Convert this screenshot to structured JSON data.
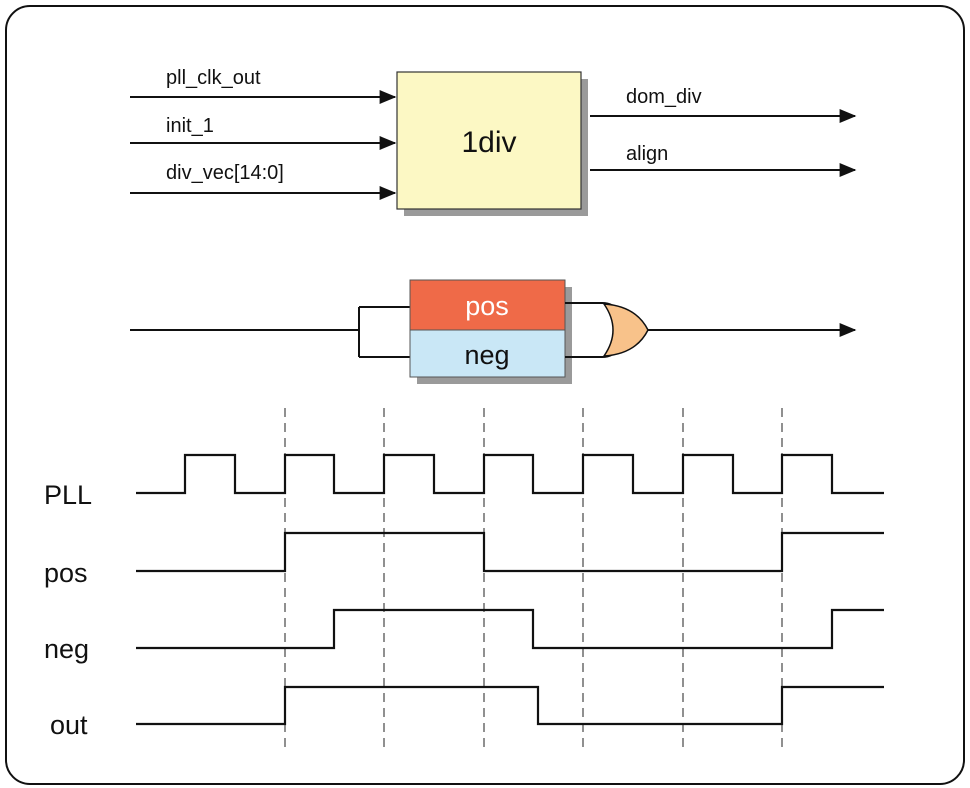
{
  "divider_block": {
    "label": "1div",
    "inputs": [
      "pll_clk_out",
      "init_1",
      "div_vec[14:0]"
    ],
    "outputs": [
      "dom_div",
      "align"
    ],
    "fill_color": "#fcf8c4"
  },
  "dual_edge_block": {
    "pos_label": "pos",
    "neg_label": "neg",
    "pos_color": "#ef6a48",
    "neg_color": "#c9e7f6",
    "gate_color": "#f8c28a",
    "gate_type": "or-gate"
  },
  "timing": {
    "signals": [
      "PLL",
      "pos",
      "neg",
      "out"
    ]
  }
}
